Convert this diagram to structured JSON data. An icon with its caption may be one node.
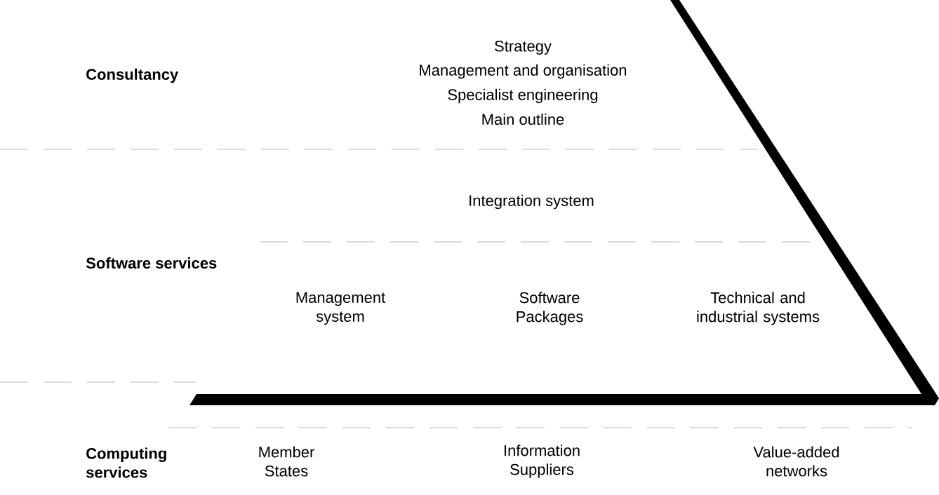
{
  "diagram": {
    "labels": [
      "Consultancy",
      "Strategy",
      "Management and organisation",
      "Specialist engineering",
      "Main outline",
      "Integration system",
      "Software services",
      "Management system",
      "Software Packages",
      "Technical and industrial systems",
      "Computing services",
      "Member States",
      "Information Suppliers",
      "Value-added networks"
    ]
  }
}
